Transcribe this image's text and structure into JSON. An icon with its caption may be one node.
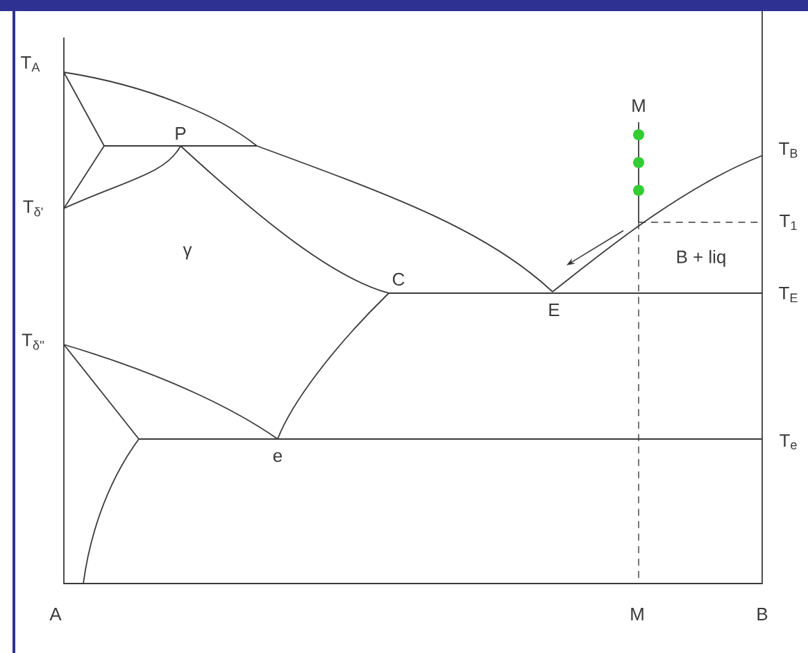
{
  "diagram": {
    "labels": [
      "T$_{A}$",
      "P",
      "M",
      "T$_{B}$",
      "T$_{δ'}$",
      "T$_{1}$",
      "γ",
      "B + liq",
      "C",
      "E",
      "T$_{E}$",
      "T$_{δ''}$",
      "e",
      "T$_{e}$",
      "A",
      "M",
      "B"
    ]
  }
}
